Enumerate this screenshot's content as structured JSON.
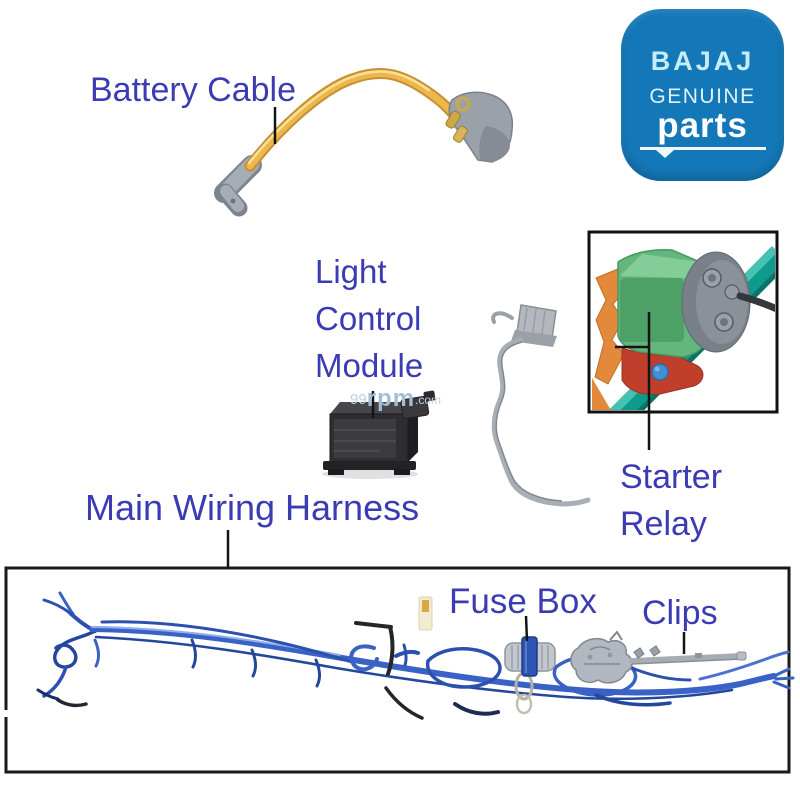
{
  "page": {
    "background": "#ffffff"
  },
  "colors": {
    "label_text": "#3b3bb4",
    "logo_background": "#1478b8",
    "harness_blue": "#3a62c6",
    "cable_yellow": "#ecb84e",
    "teal_tube": "#0e9a8c",
    "relay_green": "#63b67c",
    "pointer_line": "#141414"
  },
  "labels": {
    "battery_cable": "Battery Cable",
    "light_control_module": [
      "Light",
      "Control",
      "Module"
    ],
    "starter_relay": [
      "Starter",
      "Relay"
    ],
    "main_wiring_harness": "Main Wiring Harness",
    "fuse_box": "Fuse Box",
    "clips": "Clips"
  },
  "logo": {
    "brand": "BAJAJ",
    "line2": "GENUINE",
    "line3": "parts"
  },
  "watermark": {
    "prefix": "99",
    "name": "rpm",
    "suffix": ".com"
  }
}
